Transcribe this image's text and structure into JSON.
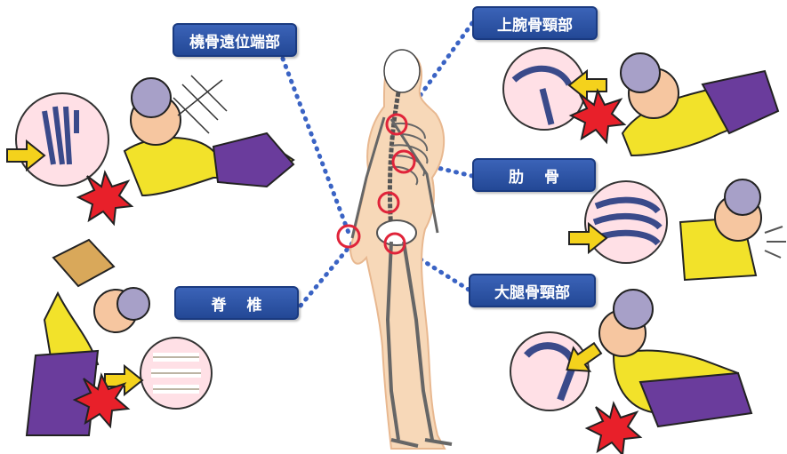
{
  "labels": {
    "distal_radius": "橈骨遠位端部",
    "humerus_neck": "上腕骨頸部",
    "rib": "肋　 骨",
    "femoral_neck": "大腿骨頸部",
    "spine": "脊　 椎"
  },
  "colors": {
    "label_bg": "#2a4fa3",
    "connector": "#3a63c4",
    "highlight_ring": "#e0243a",
    "arrow": "#f4d21c",
    "impact": "#e8202a",
    "skin": "#f6c6a0",
    "shirt": "#f2e22a",
    "skirt": "#6a3c9c"
  },
  "icons": [
    "skeleton-figure",
    "fall-illustration",
    "xray-inset",
    "impact-burst",
    "yellow-arrow"
  ]
}
